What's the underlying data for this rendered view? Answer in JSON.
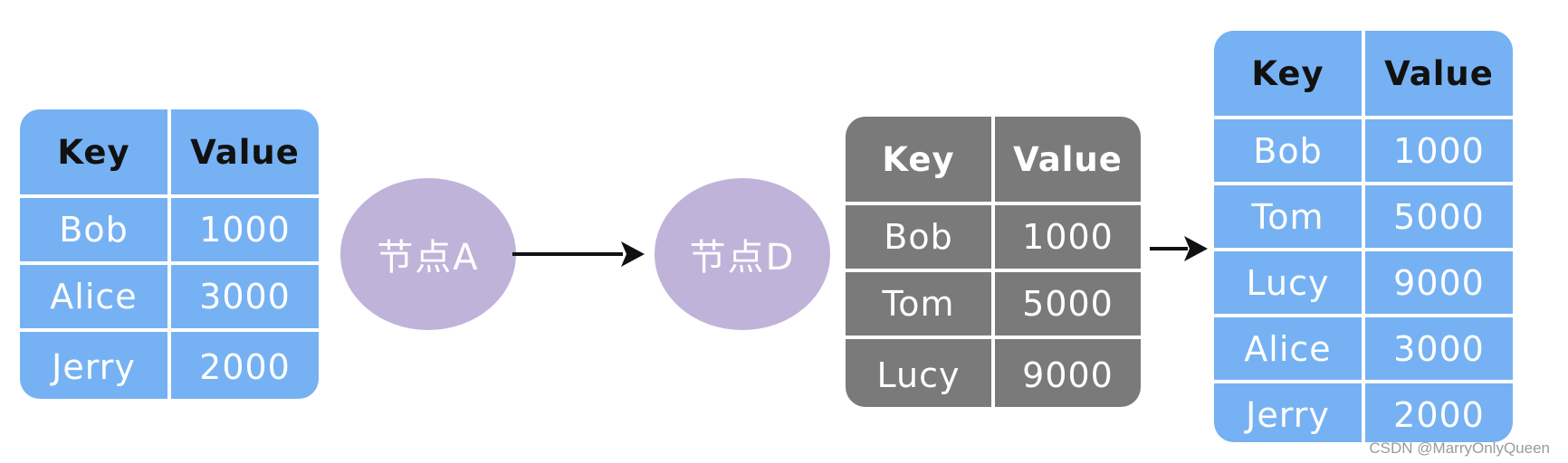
{
  "tables": {
    "left": {
      "key_header": "Key",
      "value_header": "Value",
      "rows": [
        {
          "key": "Bob",
          "value": "1000"
        },
        {
          "key": "Alice",
          "value": "3000"
        },
        {
          "key": "Jerry",
          "value": "2000"
        }
      ]
    },
    "middle": {
      "key_header": "Key",
      "value_header": "Value",
      "rows": [
        {
          "key": "Bob",
          "value": "1000"
        },
        {
          "key": "Tom",
          "value": "5000"
        },
        {
          "key": "Lucy",
          "value": "9000"
        }
      ]
    },
    "right": {
      "key_header": "Key",
      "value_header": "Value",
      "rows": [
        {
          "key": "Bob",
          "value": "1000"
        },
        {
          "key": "Tom",
          "value": "5000"
        },
        {
          "key": "Lucy",
          "value": "9000"
        },
        {
          "key": "Alice",
          "value": "3000"
        },
        {
          "key": "Jerry",
          "value": "2000"
        }
      ]
    }
  },
  "nodes": {
    "a": "节点A",
    "d": "节点D"
  },
  "colors": {
    "table_blue": "#76b2f3",
    "table_gray": "#7a7a7a",
    "node_purple": "#bfb3d9",
    "arrow": "#111111"
  },
  "watermark": "CSDN @MarryOnlyQueen"
}
